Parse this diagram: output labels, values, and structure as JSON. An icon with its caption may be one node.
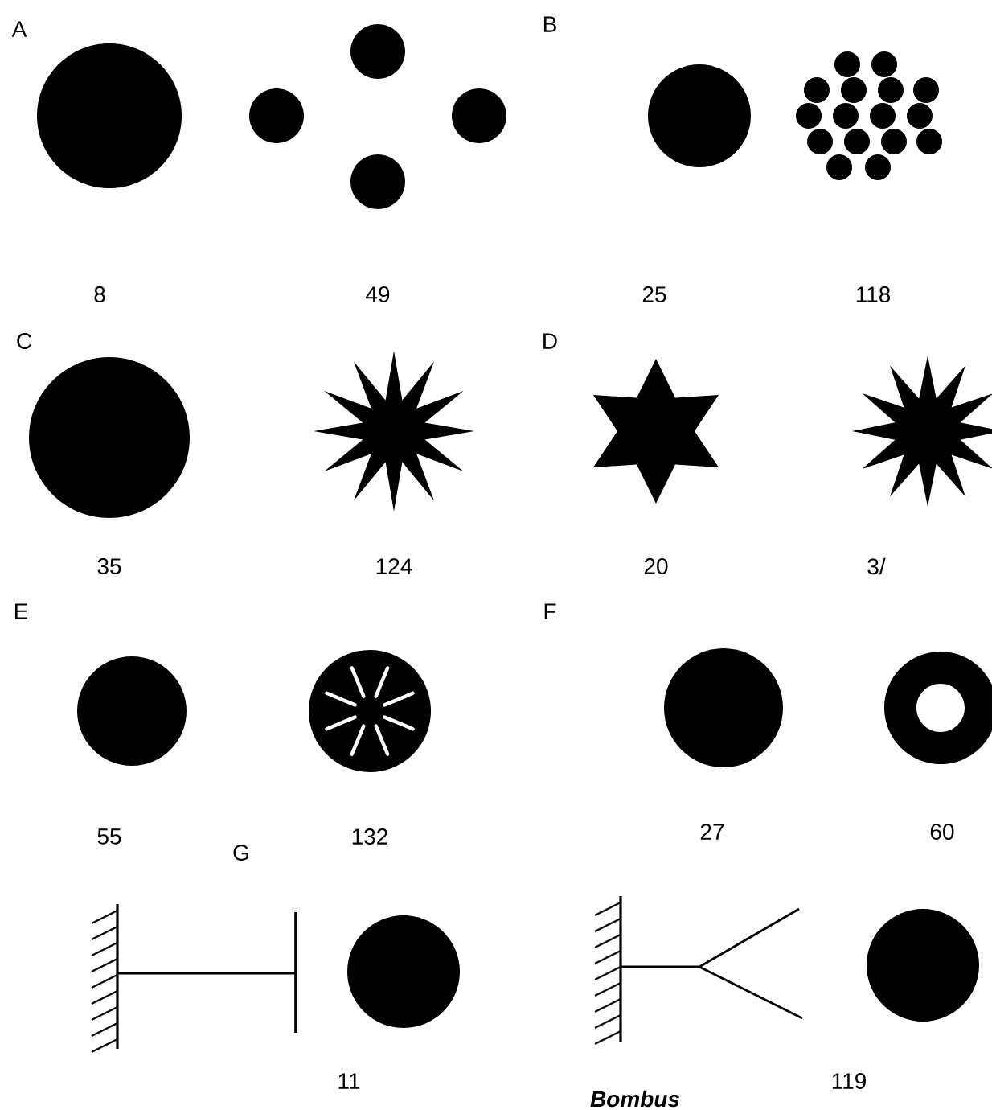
{
  "diagram": {
    "labels": [
      "A",
      "B",
      "8",
      "49",
      "25",
      "118",
      "C",
      "D",
      "35",
      "124",
      "20",
      "3/",
      "E",
      "F",
      "55",
      "132",
      "27",
      "60",
      "G",
      "11",
      "119",
      "Bombus"
    ]
  }
}
